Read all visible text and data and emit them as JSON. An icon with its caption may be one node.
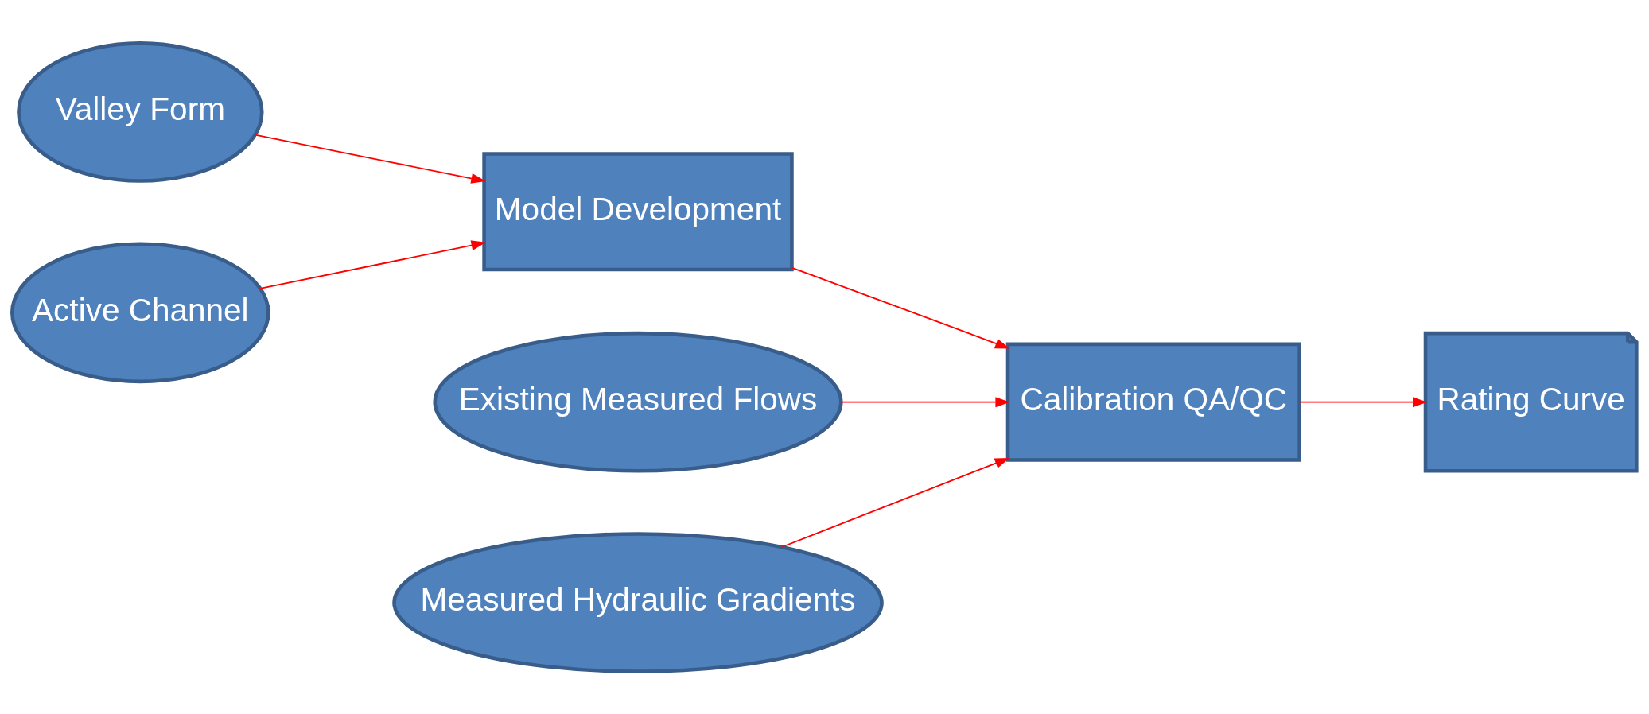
{
  "diagram": {
    "nodes": [
      {
        "text": [
          "Valley Form"
        ]
      },
      {
        "text": [
          "Active Channel"
        ]
      },
      {
        "text": [
          "Model Development"
        ]
      },
      {
        "text": [
          "Existing Measured Flows"
        ]
      },
      {
        "text": [
          "Calibration QA/QC"
        ]
      },
      {
        "text": [
          "Measured Hydraulic Gradients"
        ]
      },
      {
        "text": [
          "Rating Curve"
        ]
      }
    ],
    "edges": [
      {
        "from": 0,
        "to": 2,
        "arrow": "to"
      },
      {
        "from": 1,
        "to": 2,
        "arrow": "to"
      },
      {
        "from": 2,
        "to": 4,
        "arrow": "to"
      },
      {
        "from": 3,
        "to": 4,
        "arrow": "to"
      },
      {
        "from": 5,
        "to": 4,
        "arrow": "to"
      },
      {
        "from": 4,
        "to": 6,
        "arrow": "to"
      }
    ]
  }
}
